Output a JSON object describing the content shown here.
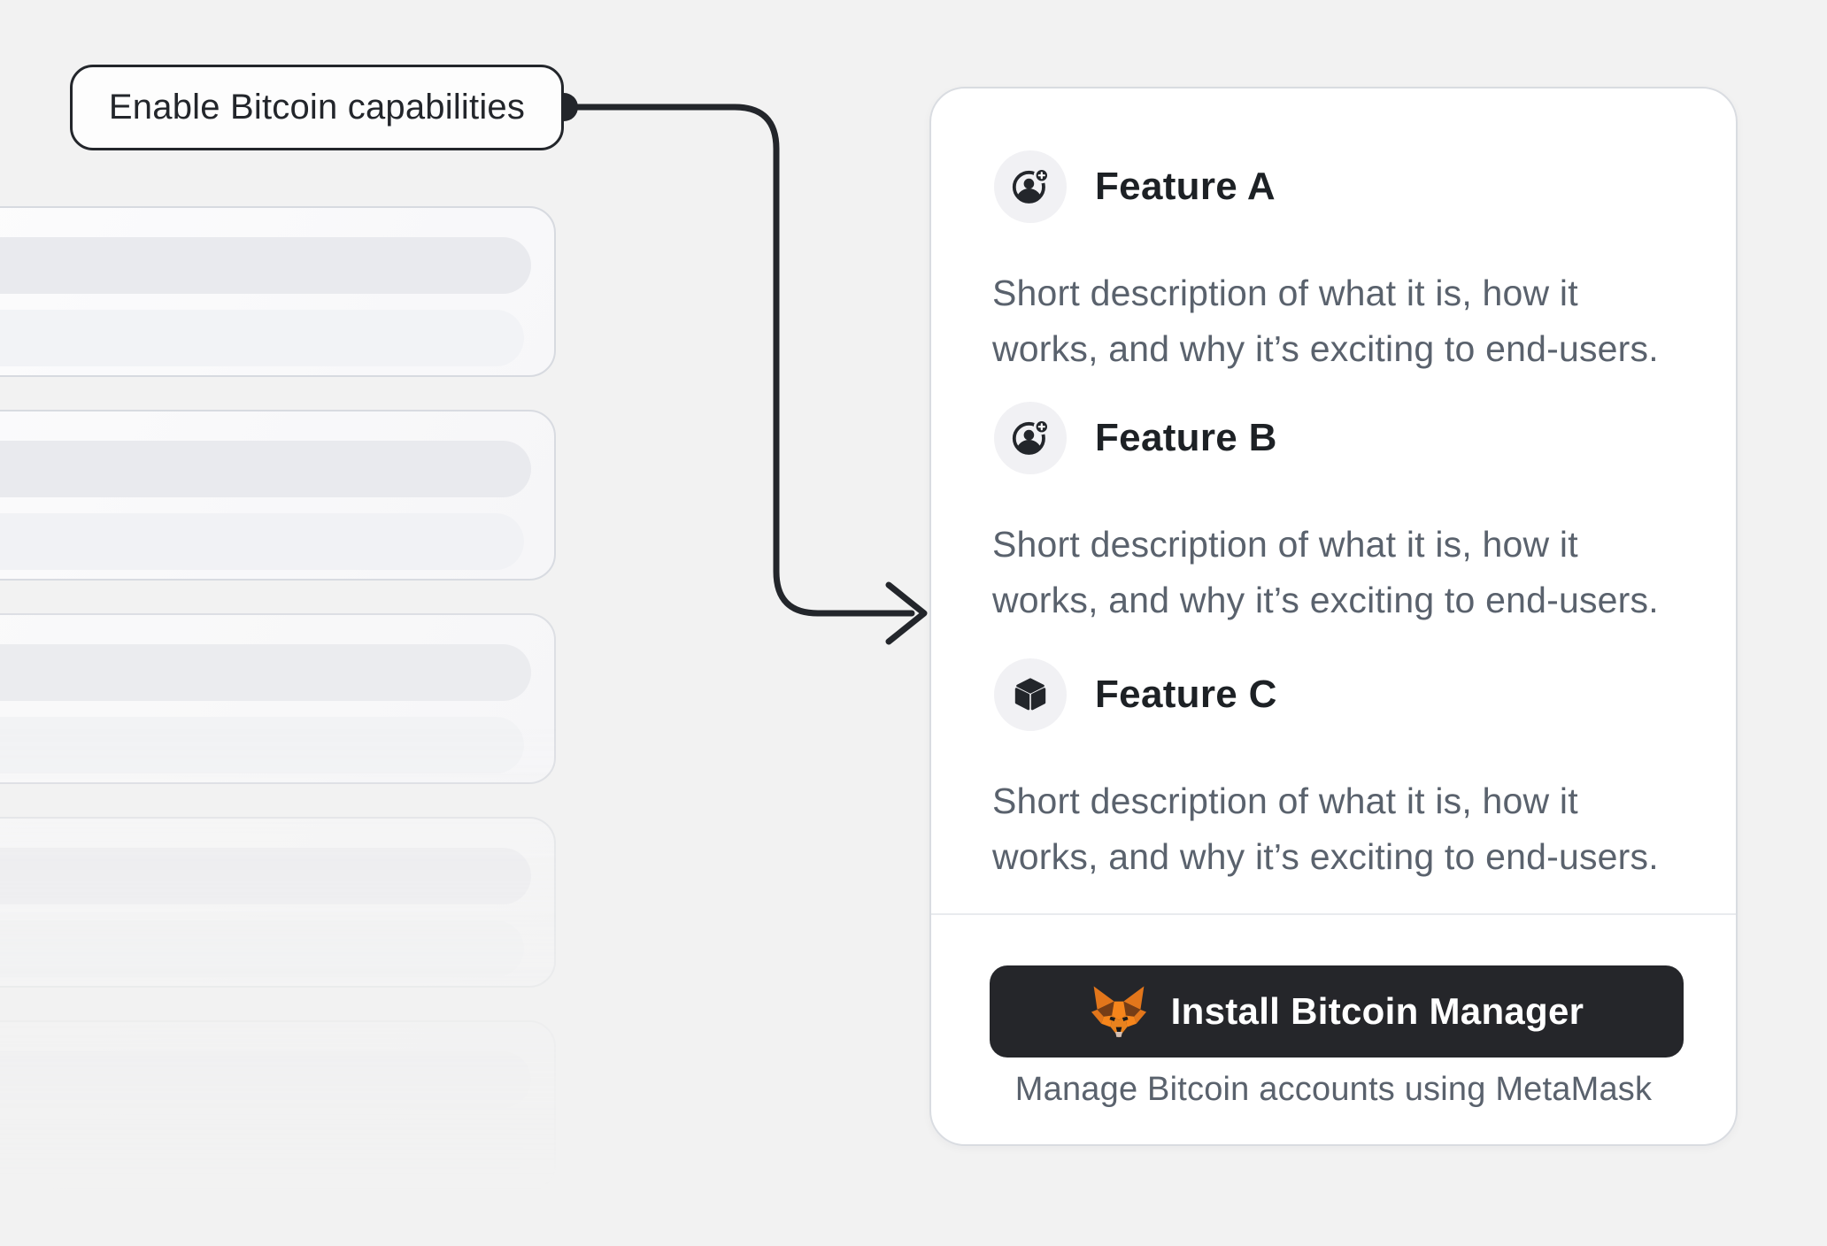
{
  "callout": {
    "label": "Enable Bitcoin capabilities",
    "connector_icon": "elbow-arrow-right-icon"
  },
  "panel": {
    "features": [
      {
        "title": "Feature A",
        "icon": "user-add-icon",
        "description_line1": "Short description of what it is, how it",
        "description_line2": "works, and why it’s exciting to end-users."
      },
      {
        "title": "Feature B",
        "icon": "user-add-icon",
        "description_line1": "Short description of what it is, how it",
        "description_line2": "works, and why it’s exciting to end-users."
      },
      {
        "title": "Feature C",
        "icon": "cube-icon",
        "description_line1": "Short description of what it is, how it",
        "description_line2": "works, and why it’s exciting to end-users."
      }
    ],
    "install_button": {
      "label": "Install Bitcoin Manager",
      "icon": "metamask-fox-icon"
    },
    "footnote": "Manage Bitcoin accounts using MetaMask"
  },
  "colors": {
    "page_bg": "#f2f2f2",
    "accent_dark": "#23262b",
    "heading_text": "#1d2125",
    "body_text": "#5a626d",
    "panel_bg": "#ffffff",
    "panel_border": "#d9dce1",
    "icon_chip_bg": "#f1f1f4",
    "skeleton_bar_dark": "#e9eaee",
    "skeleton_bar_light": "#f2f3f6",
    "button_bg": "#25262a",
    "button_text": "#ffffff",
    "fox_orange": "#F6851B",
    "fox_dark_orange": "#E2761B",
    "fox_brown": "#763D16",
    "fox_muzzle": "#D5BFB2"
  }
}
